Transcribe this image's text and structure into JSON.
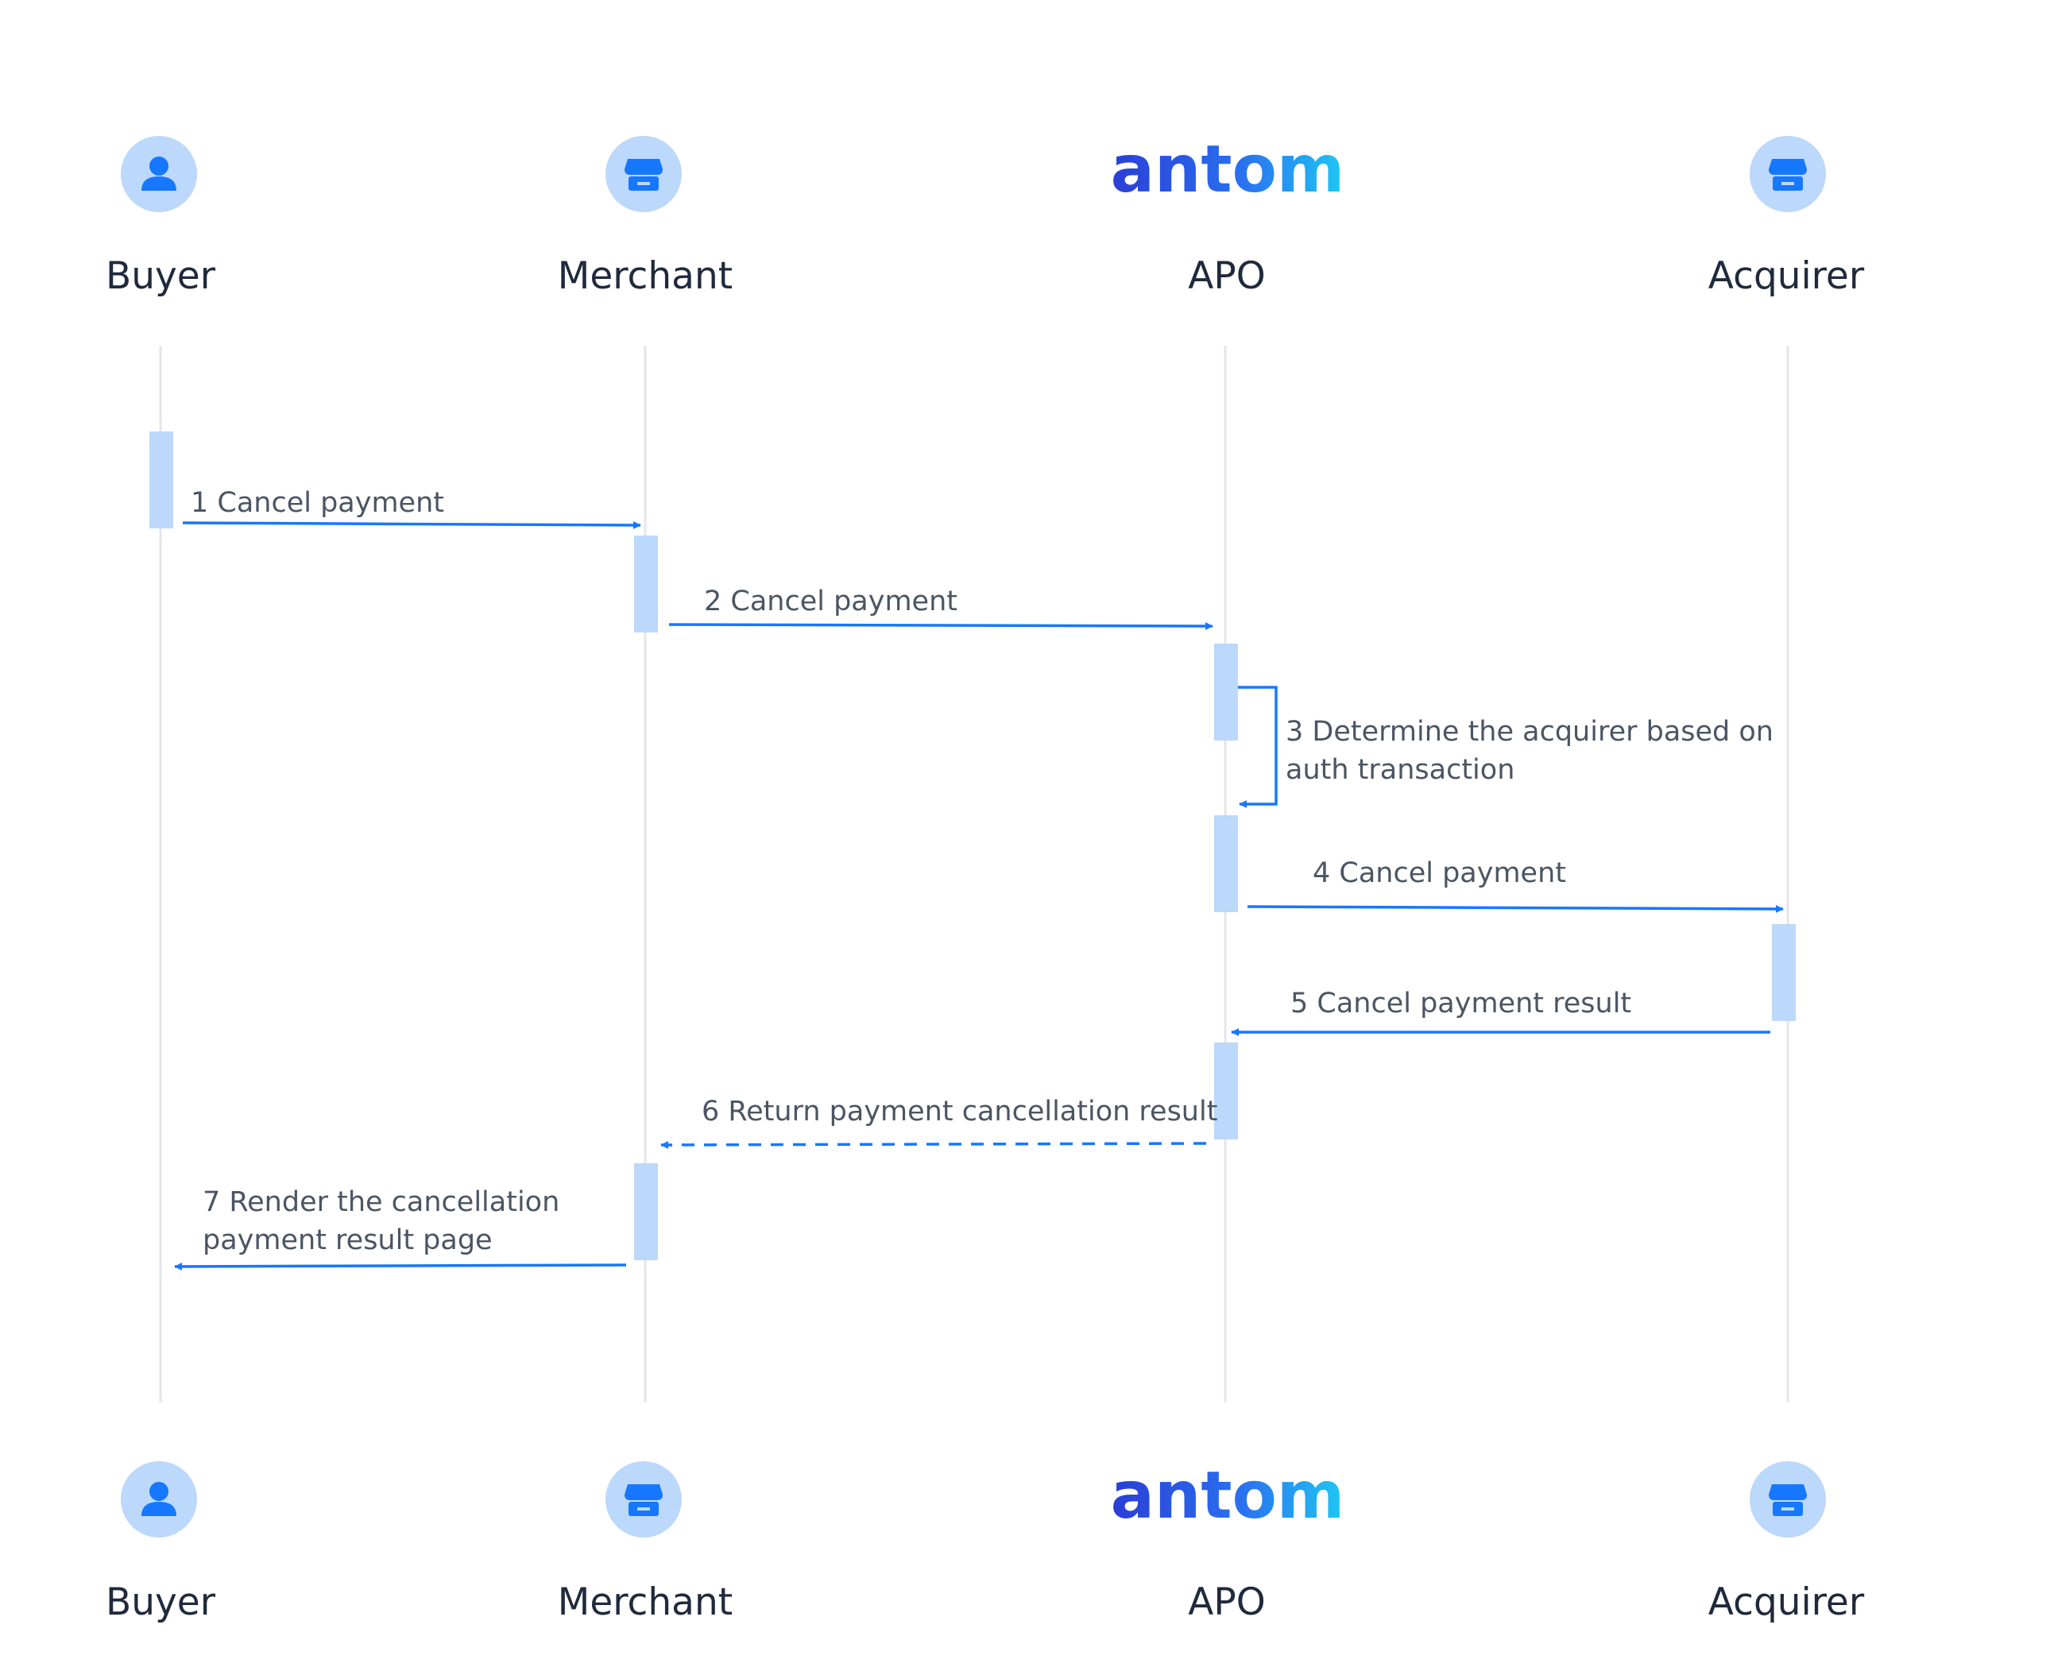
{
  "participants": [
    {
      "id": "buyer",
      "name": "Buyer",
      "icon": "user-icon",
      "logo": ""
    },
    {
      "id": "merchant",
      "name": "Merchant",
      "icon": "store-icon",
      "logo": ""
    },
    {
      "id": "apo",
      "name": "APO",
      "icon": "antom-logo",
      "logo": "antom"
    },
    {
      "id": "acquirer",
      "name": "Acquirer",
      "icon": "store-icon",
      "logo": ""
    }
  ],
  "messages": [
    {
      "num": "1",
      "label": "1 Cancel payment",
      "from": "Buyer",
      "to": "Merchant",
      "style": "solid"
    },
    {
      "num": "2",
      "label": "2 Cancel payment",
      "from": "Merchant",
      "to": "APO",
      "style": "solid"
    },
    {
      "num": "3",
      "label_lines": [
        "3 Determine the acquirer based on",
        "auth transaction"
      ],
      "from": "APO",
      "to": "APO",
      "style": "self"
    },
    {
      "num": "4",
      "label": "4 Cancel payment",
      "from": "APO",
      "to": "Acquirer",
      "style": "solid"
    },
    {
      "num": "5",
      "label": "5 Cancel payment result",
      "from": "Acquirer",
      "to": "APO",
      "style": "solid"
    },
    {
      "num": "6",
      "label": "6 Return payment cancellation result",
      "from": "APO",
      "to": "Merchant",
      "style": "dashed"
    },
    {
      "num": "7",
      "label_lines": [
        "7 Render the cancellation",
        "payment result page"
      ],
      "from": "Merchant",
      "to": "Buyer",
      "style": "solid"
    }
  ],
  "colors": {
    "arrow": "#1677ff",
    "activation": "#bcd8fb",
    "lifeline": "#e3e6ea",
    "icon_circle": "#bcd8fb",
    "icon_glyph": "#1677ff",
    "label": "#1f2a3c",
    "message_text": "#4b5563",
    "logo_start": "#2a3ed6",
    "logo_end": "#1ec8f2"
  }
}
